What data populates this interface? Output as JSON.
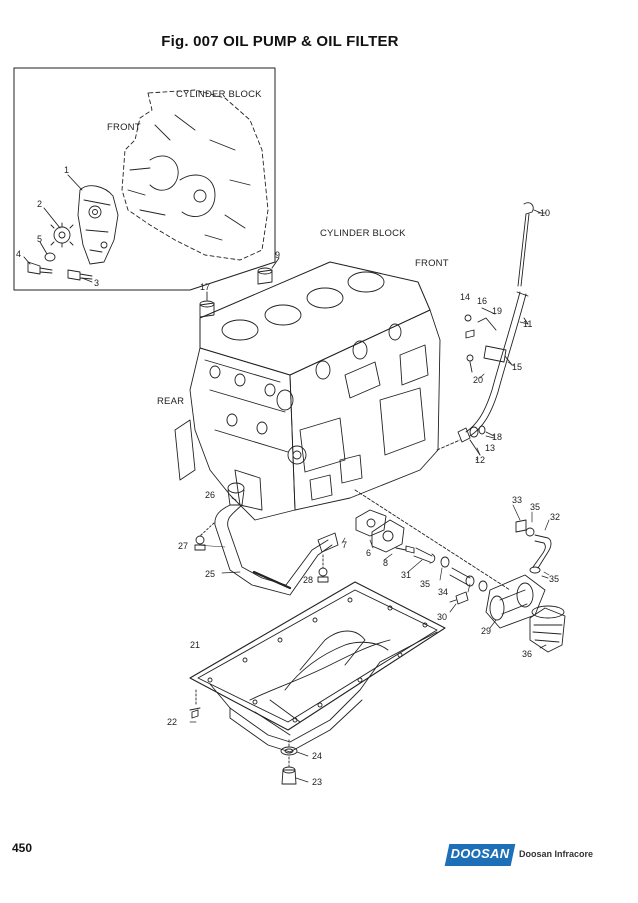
{
  "title": "Fig. 007 OIL PUMP & OIL FILTER",
  "page_number": "450",
  "logo": {
    "mark": "DOOSAN",
    "text": "Doosan Infracore",
    "color": "#1d6fb8"
  },
  "labels": {
    "cylinder_block_inset": "CYLINDER BLOCK",
    "front_inset": "FRONT",
    "cylinder_block_main": "CYLINDER BLOCK",
    "front_main": "FRONT",
    "rear": "REAR"
  },
  "part_numbers": {
    "p1": "1",
    "p2": "2",
    "p3": "3",
    "p4": "4",
    "p5": "5",
    "p6": "6",
    "p7": "7",
    "p8": "8",
    "p9": "9",
    "p10": "10",
    "p11": "11",
    "p12": "12",
    "p13": "13",
    "p14": "14",
    "p15": "15",
    "p16": "16",
    "p17": "17",
    "p18": "18",
    "p19": "19",
    "p20": "20",
    "p21": "21",
    "p22": "22",
    "p23": "23",
    "p24": "24",
    "p25": "25",
    "p26": "26",
    "p27": "27",
    "p28": "28",
    "p29": "29",
    "p30": "30",
    "p31": "31",
    "p32": "32",
    "p33": "33",
    "p34": "34",
    "p35a": "35",
    "p35b": "35",
    "p35c": "35",
    "p36": "36"
  }
}
